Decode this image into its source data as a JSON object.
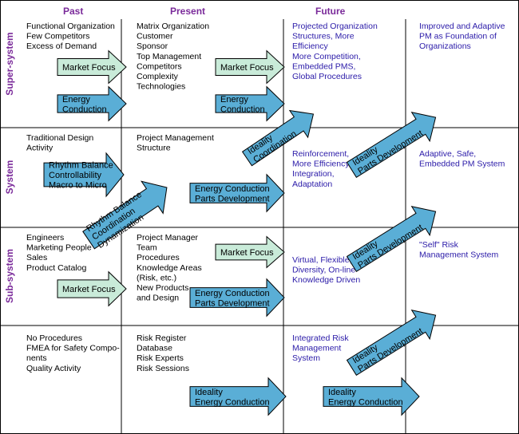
{
  "columns": [
    "Past",
    "Present",
    "Future"
  ],
  "rows": [
    "Super-system",
    "System",
    "Sub-system"
  ],
  "colors": {
    "blue_arrow": "#5aaed6",
    "green_arrow": "#c9ebd9",
    "heading": "#7a2a9a",
    "future_text": "#2a1aa8",
    "border": "#000000"
  },
  "cells": {
    "super_past": [
      "Functional Organization",
      "Few Competitors",
      "Excess of Demand"
    ],
    "super_present": [
      "Matrix Organization",
      "Customer",
      "Sponsor",
      "Top Management",
      "Competitors",
      "Complexity",
      "Technologies"
    ],
    "super_future1": [
      "Projected Organization",
      "Structures, More",
      "Efficiency",
      "More Competition,",
      "Embedded PMS,",
      "Global Procedures"
    ],
    "super_future2": [
      "Improved and Adaptive",
      "PM as Foundation of",
      "Organizations"
    ],
    "system_past": [
      "Traditional Design",
      "Activity"
    ],
    "system_present": [
      "Project Management",
      "Structure"
    ],
    "system_future1": [
      "Reinforcement,",
      "More Efficiency",
      "Integration,",
      "Adaptation"
    ],
    "system_future2": [
      "Adaptive, Safe,",
      "Embedded PM System"
    ],
    "sub_past": [
      "Engineers",
      "Marketing People",
      "Sales",
      "Product Catalog"
    ],
    "sub_present": [
      "Project Manager",
      "Team",
      "Procedures",
      "Knowledge Areas",
      "(Risk, etc.)",
      "New Products",
      "and Design"
    ],
    "sub_future1": [
      "Virtual, Flexible,",
      "Diversity, On-line",
      "Knowledge Driven"
    ],
    "sub_future2": [
      "\"Self\" Risk",
      "Management System"
    ],
    "bottom_past": [
      "No Procedures",
      "FMEA for Safety Compo-",
      "nents",
      "Quality Activity"
    ],
    "bottom_present": [
      "Risk Register",
      "Database",
      "Risk Experts",
      "Risk Sessions"
    ],
    "bottom_future1": [
      "Integrated Risk",
      "Management",
      "System"
    ]
  },
  "arrows": [
    {
      "label": [
        "Market Focus"
      ],
      "color": "green"
    },
    {
      "label": [
        "Energy",
        "Conduction"
      ],
      "color": "blue"
    },
    {
      "label": [
        "Market Focus"
      ],
      "color": "green"
    },
    {
      "label": [
        "Energy",
        "Conduction"
      ],
      "color": "blue"
    },
    {
      "label": [
        "Ideality",
        "Coordination"
      ],
      "color": "blue"
    },
    {
      "label": [
        "Rhythm Balance",
        "Controllability",
        "Macro to Micro"
      ],
      "color": "blue"
    },
    {
      "label": [
        "Energy Conduction",
        "Parts Development"
      ],
      "color": "blue"
    },
    {
      "label": [
        "Rhythm Balance",
        "Coordination",
        "Dynamization"
      ],
      "color": "blue"
    },
    {
      "label": [
        "Ideality",
        "Parts Development"
      ],
      "color": "blue"
    },
    {
      "label": [
        "Market Focus"
      ],
      "color": "green"
    },
    {
      "label": [
        "Energy Conduction",
        "Parts Development"
      ],
      "color": "blue"
    },
    {
      "label": [
        "Ideality",
        "Parts Development"
      ],
      "color": "blue"
    },
    {
      "label": [
        "Market Focus"
      ],
      "color": "green"
    },
    {
      "label": [
        "Ideality",
        "Parts Development"
      ],
      "color": "blue"
    },
    {
      "label": [
        "Ideality",
        "Energy Conduction"
      ],
      "color": "blue"
    },
    {
      "label": [
        "Ideality",
        "Energy Conduction"
      ],
      "color": "blue"
    }
  ]
}
